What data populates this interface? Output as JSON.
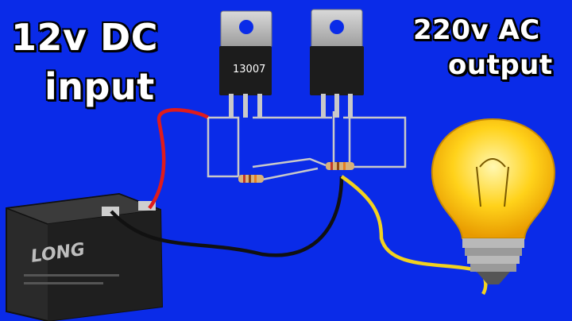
{
  "captions": {
    "input_line1": "12v DC",
    "input_line2": "input",
    "output_line1": "220v AC",
    "output_line2": "output"
  },
  "components": {
    "transistor_left_marking": "13007",
    "battery_brand": "LONG"
  },
  "colors": {
    "background": "#0a2be8",
    "wire_red": "#e01b1b",
    "wire_black": "#111111",
    "wire_yellow": "#f2d21f",
    "bulb_glass": "#ffd21a"
  }
}
